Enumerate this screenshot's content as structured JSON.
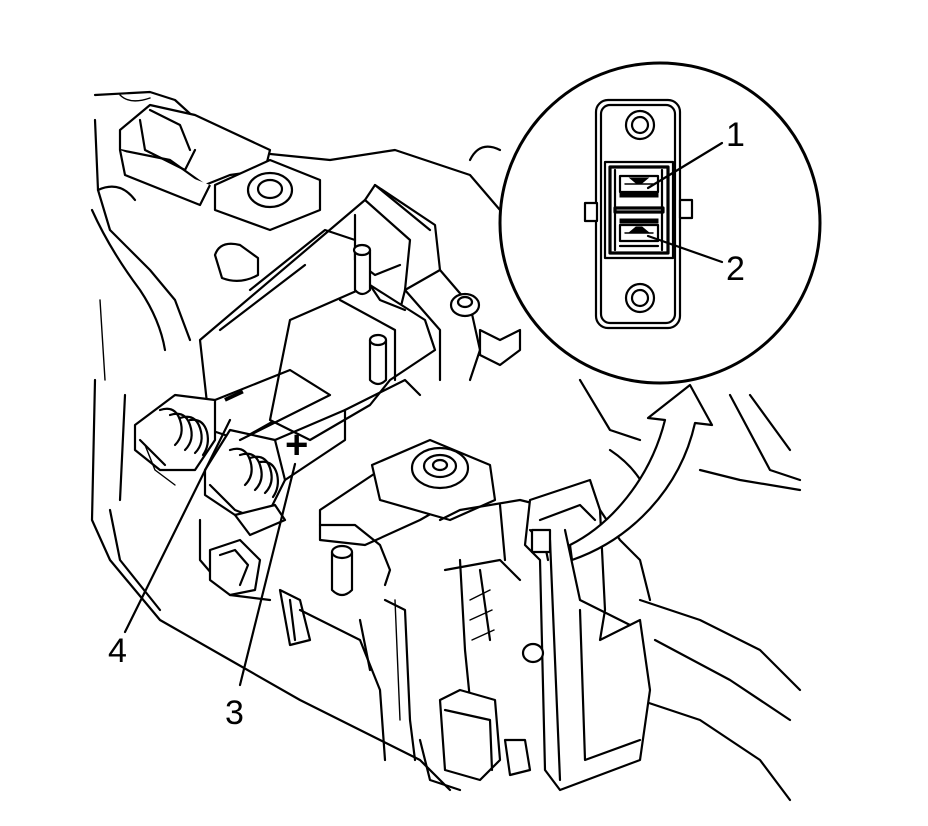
{
  "callouts": [
    {
      "id": "1",
      "label": "1"
    },
    {
      "id": "2",
      "label": "2"
    },
    {
      "id": "3",
      "label": "3"
    },
    {
      "id": "4",
      "label": "4"
    }
  ],
  "terminal_marks": {
    "negative": "–",
    "positive": "+"
  },
  "colors": {
    "line": "#000000",
    "background": "#ffffff"
  }
}
